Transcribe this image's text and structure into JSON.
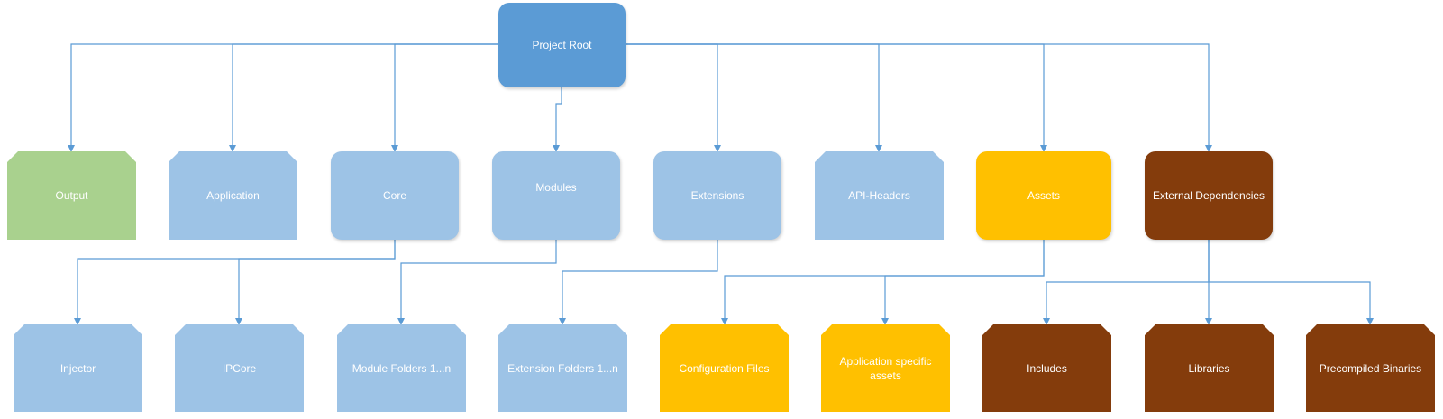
{
  "root": {
    "label": "Project Root"
  },
  "level1": {
    "output": "Output",
    "application": "Application",
    "core": "Core",
    "modules": "Modules",
    "extensions": "Extensions",
    "api_headers": "API-Headers",
    "assets": "Assets",
    "external_dependencies": "External Dependencies"
  },
  "level2": {
    "injector": "Injector",
    "ipcore": "IPCore",
    "module_folders": "Module Folders 1...n",
    "extension_folders": "Extension Folders 1...n",
    "configuration_files": "Configuration Files",
    "application_assets": "Application specific assets",
    "includes": "Includes",
    "libraries": "Libraries",
    "precompiled_binaries": "Precompiled Binaries"
  },
  "colors": {
    "root": "#5b9bd5",
    "blue": "#9dc3e6",
    "green": "#a9d18e",
    "gold": "#ffc000",
    "brown": "#843c0c",
    "connector": "#5b9bd5"
  }
}
